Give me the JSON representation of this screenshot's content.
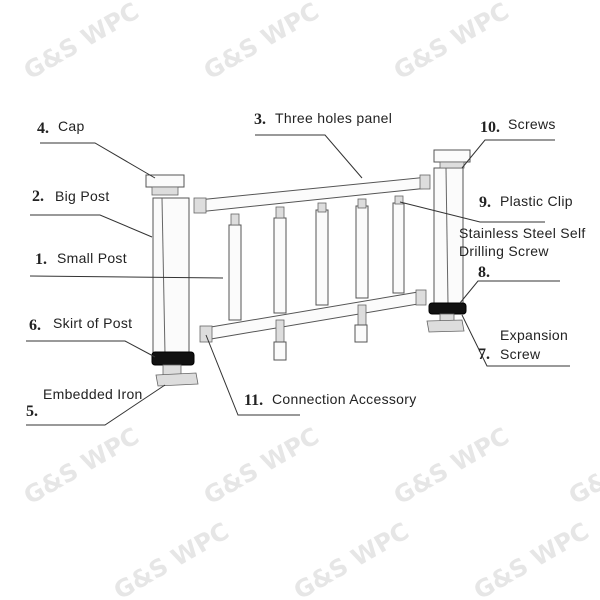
{
  "watermark": "G&S WPC",
  "labels": {
    "cap": {
      "num": "4.",
      "text": "Cap"
    },
    "big_post": {
      "num": "2.",
      "text": "Big Post"
    },
    "small_post": {
      "num": "1.",
      "text": "Small Post"
    },
    "skirt": {
      "num": "6.",
      "text": "Skirt of Post"
    },
    "embedded_iron": {
      "num": "5.",
      "text": "Embedded Iron"
    },
    "panel": {
      "num": "3.",
      "text": "Three holes panel"
    },
    "connection": {
      "num": "11.",
      "text": "Connection Accessory"
    },
    "screws": {
      "num": "10.",
      "text": "Screws"
    },
    "plastic_clip": {
      "num": "9.",
      "text": "Plastic Clip"
    },
    "drilling_screw": {
      "num": "8.",
      "line1": "Stainless Steel Self",
      "line2": "Drilling Screw"
    },
    "expansion_screw": {
      "num": "7.",
      "line1": "Expansion",
      "line2": "Screw"
    }
  }
}
